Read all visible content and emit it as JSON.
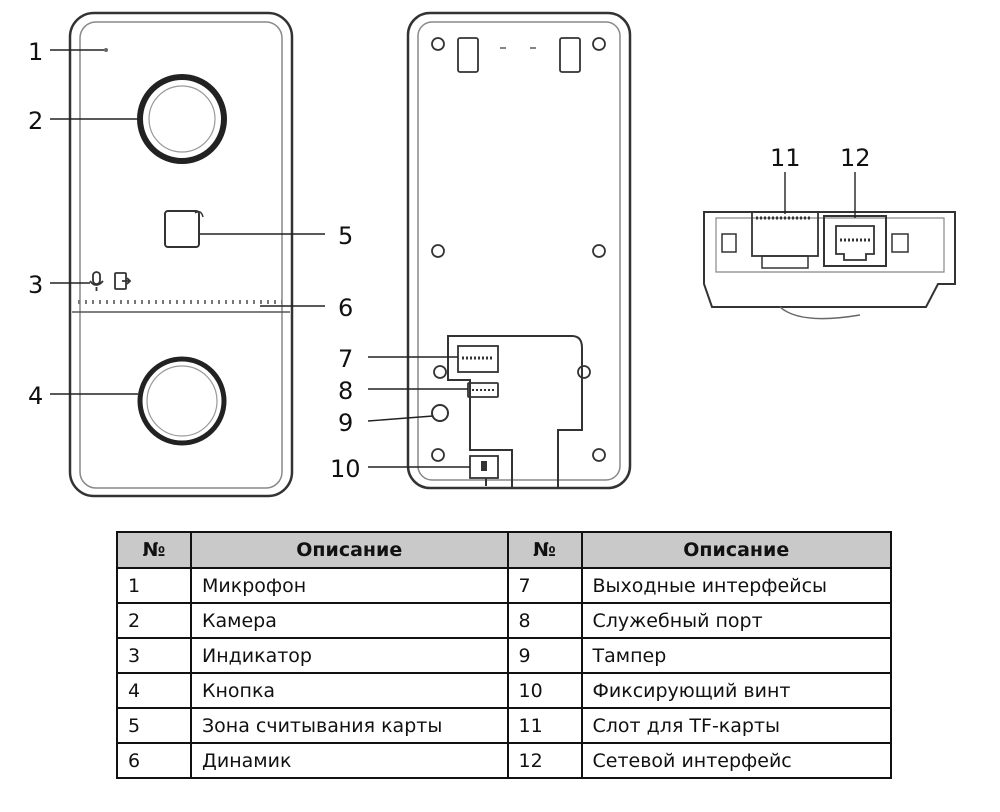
{
  "callouts": [
    "1",
    "2",
    "3",
    "4",
    "5",
    "6",
    "7",
    "8",
    "9",
    "10",
    "11",
    "12"
  ],
  "table": {
    "headers": [
      "№",
      "Описание",
      "№",
      "Описание"
    ],
    "rows": [
      [
        "1",
        "Микрофон",
        "7",
        "Выходные интерфейсы"
      ],
      [
        "2",
        "Камера",
        "8",
        "Служебный порт"
      ],
      [
        "3",
        "Индикатор",
        "9",
        "Тампер"
      ],
      [
        "4",
        "Кнопка",
        "10",
        "Фиксирующий винт"
      ],
      [
        "5",
        "Зона считывания карты",
        "11",
        "Слот для TF-карты"
      ],
      [
        "6",
        "Динамик",
        "12",
        "Сетевой интерфейс"
      ]
    ]
  }
}
